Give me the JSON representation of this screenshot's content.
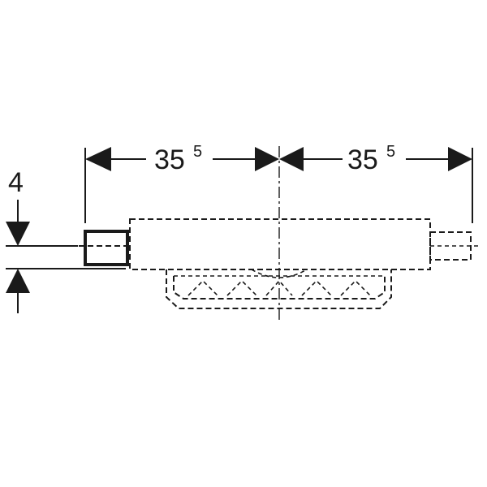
{
  "dimensions": {
    "left_span": {
      "main": "35",
      "sup": "5"
    },
    "right_span": {
      "main": "35",
      "sup": "5"
    },
    "vertical": "4"
  },
  "colors": {
    "line": "#1a1a1a",
    "background": "#ffffff"
  }
}
